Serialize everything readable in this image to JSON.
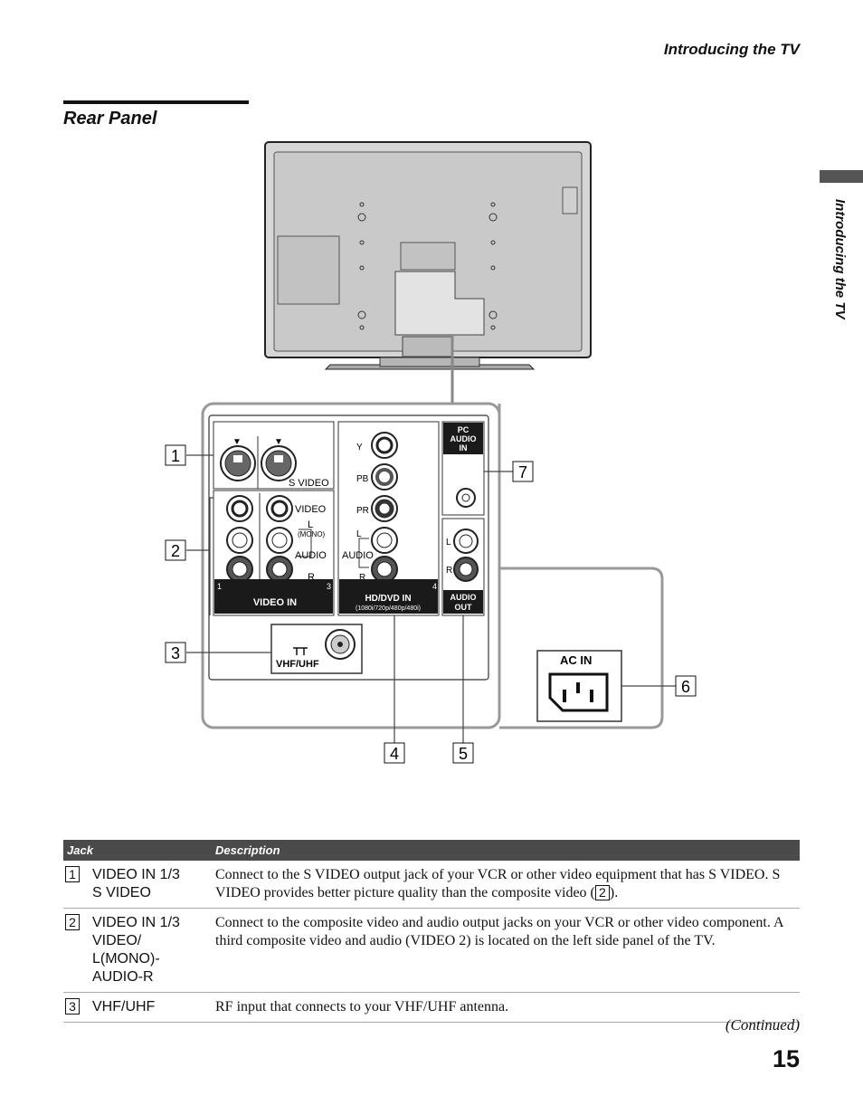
{
  "header": {
    "title": "Introducing the TV"
  },
  "section": {
    "title": "Rear Panel"
  },
  "side_tab": {
    "label": "Introducing the TV"
  },
  "diagram": {
    "callouts": [
      "1",
      "2",
      "3",
      "4",
      "5",
      "6",
      "7"
    ],
    "labels": {
      "s_video": "S  VIDEO",
      "video": "VIDEO",
      "l": "L",
      "mono": "(MONO)",
      "audio": "AUDIO",
      "r": "R",
      "video_in": "VIDEO  IN",
      "video_in_num_left": "1",
      "video_in_num_right": "3",
      "y": "Y",
      "pb": "PB",
      "pr": "PR",
      "hd_audio": "AUDIO",
      "hd_l": "L",
      "hd_r": "R",
      "hd_dvd_in": "HD/DVD  IN",
      "hd_dvd_res": "(1080i/720p/480p/480i)",
      "hd_num": "4",
      "pc_audio_line1": "PC",
      "pc_audio_line2": "AUDIO",
      "pc_audio_line3": "IN",
      "out_l": "L",
      "out_r": "R",
      "audio_out_line1": "AUDIO",
      "audio_out_line2": "OUT",
      "vhf_uhf": "VHF/UHF",
      "ac_in": "AC IN"
    }
  },
  "table": {
    "headers": {
      "jack": "Jack",
      "description": "Description"
    },
    "rows": [
      {
        "num": "1",
        "jack": [
          "VIDEO IN 1/3",
          "S VIDEO"
        ],
        "desc_a": "Connect to the S VIDEO output jack of your VCR or other video equipment that has S VIDEO. S VIDEO provides better picture quality than the composite video (",
        "desc_ref": "2",
        "desc_b": ")."
      },
      {
        "num": "2",
        "jack": [
          "VIDEO IN 1/3",
          "VIDEO/",
          "L(MONO)-",
          "AUDIO-R"
        ],
        "desc": "Connect to the composite video and audio output jacks on your VCR or other video component. A third composite video and audio (VIDEO 2) is located on the left side panel of the TV."
      },
      {
        "num": "3",
        "jack": [
          "VHF/UHF"
        ],
        "desc": "RF input that connects to your VHF/UHF antenna."
      }
    ]
  },
  "continued": "(Continued)",
  "page_number": "15"
}
